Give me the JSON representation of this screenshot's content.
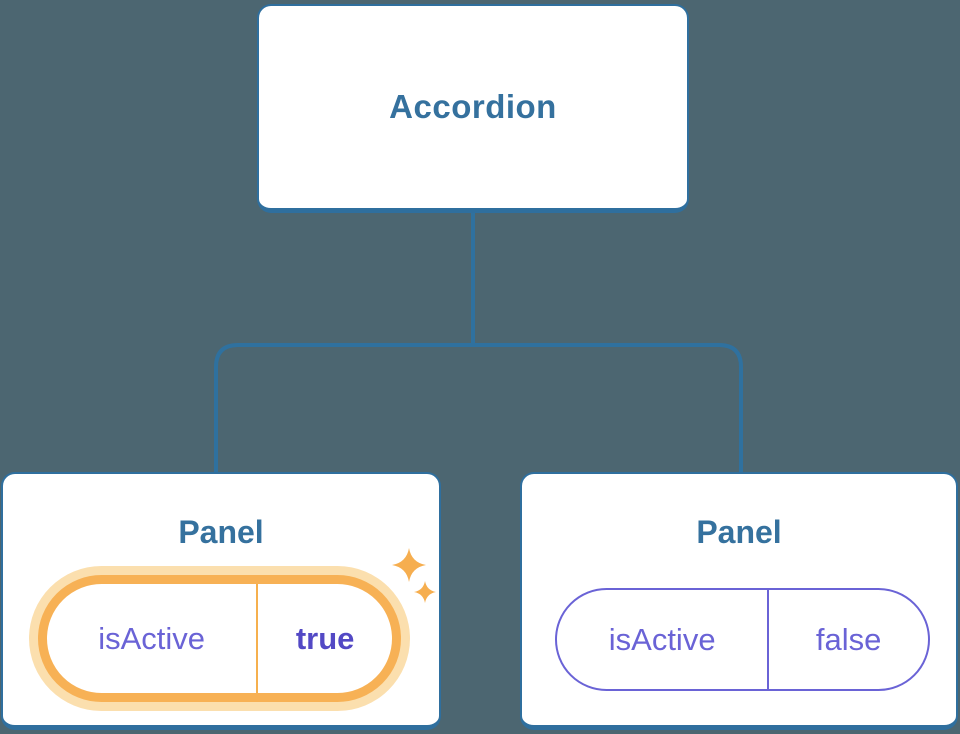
{
  "diagram": {
    "root": {
      "label": "Accordion"
    },
    "panels": [
      {
        "title": "Panel",
        "prop": {
          "name": "isActive",
          "value": "true"
        },
        "highlighted": true,
        "icon": "sparkles-icon"
      },
      {
        "title": "Panel",
        "prop": {
          "name": "isActive",
          "value": "false"
        },
        "highlighted": false
      }
    ]
  },
  "colors": {
    "background": "#4c6671",
    "card_background": "#ffffff",
    "card_border": "#2f6f9e",
    "heading_text": "#35719e",
    "connector": "#2f719f",
    "state_text": "#6a63d6",
    "state_value_bold": "#5349c5",
    "highlight_ring": "#f7b155",
    "highlight_glow": "#fbdfae",
    "sparkle": "#f6ae4f"
  }
}
